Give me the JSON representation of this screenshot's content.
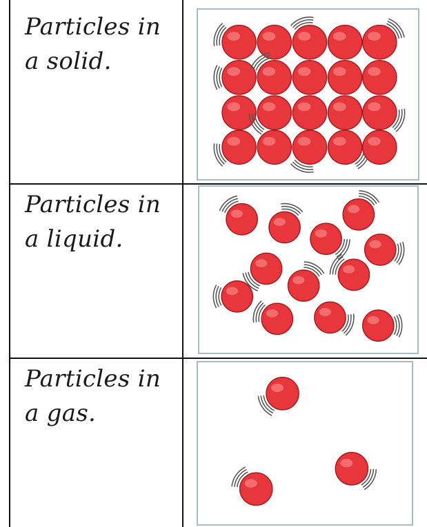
{
  "rows": [
    {
      "label": "Particles in\na solid.",
      "state": "solid",
      "particle_count": 20
    },
    {
      "label": "Particles in\na liquid.",
      "state": "liquid",
      "particle_count": 12
    },
    {
      "label": "Particles in\na gas.",
      "state": "gas",
      "particle_count": 3
    }
  ],
  "colors": {
    "particle_fill": "#e8373c",
    "particle_highlight": "#f77f7f",
    "particle_outline": "#a51b1f",
    "motion_lines": "#555555",
    "panel_border": "#a9bcc5",
    "grid_lines": "#111111"
  }
}
